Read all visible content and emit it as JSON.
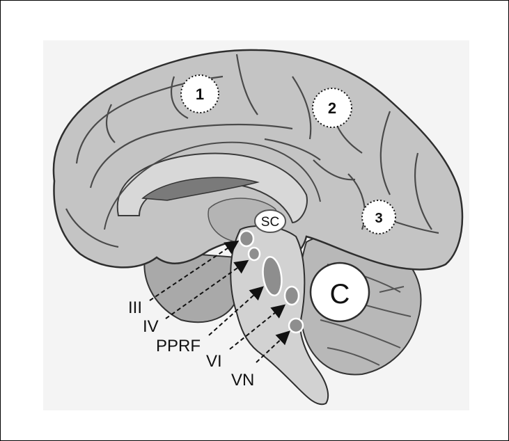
{
  "diagram": {
    "regions": {
      "region_1": "1",
      "region_2": "2",
      "region_3": "3",
      "superior_colliculus": "SC",
      "cerebellum": "C"
    },
    "nuclei_labels": {
      "oculomotor": "III",
      "trochlear": "IV",
      "pprf": "PPRF",
      "abducens": "VI",
      "vestibular": "VN"
    },
    "colors": {
      "brain_fill": "#c4c4c4",
      "sulcus_line": "#4a4a4a",
      "brainstem_fill": "#d2d2d2",
      "nucleus_fill": "#8e8e8e",
      "circle_fill": "#ffffff",
      "background": "#ffffff"
    }
  }
}
